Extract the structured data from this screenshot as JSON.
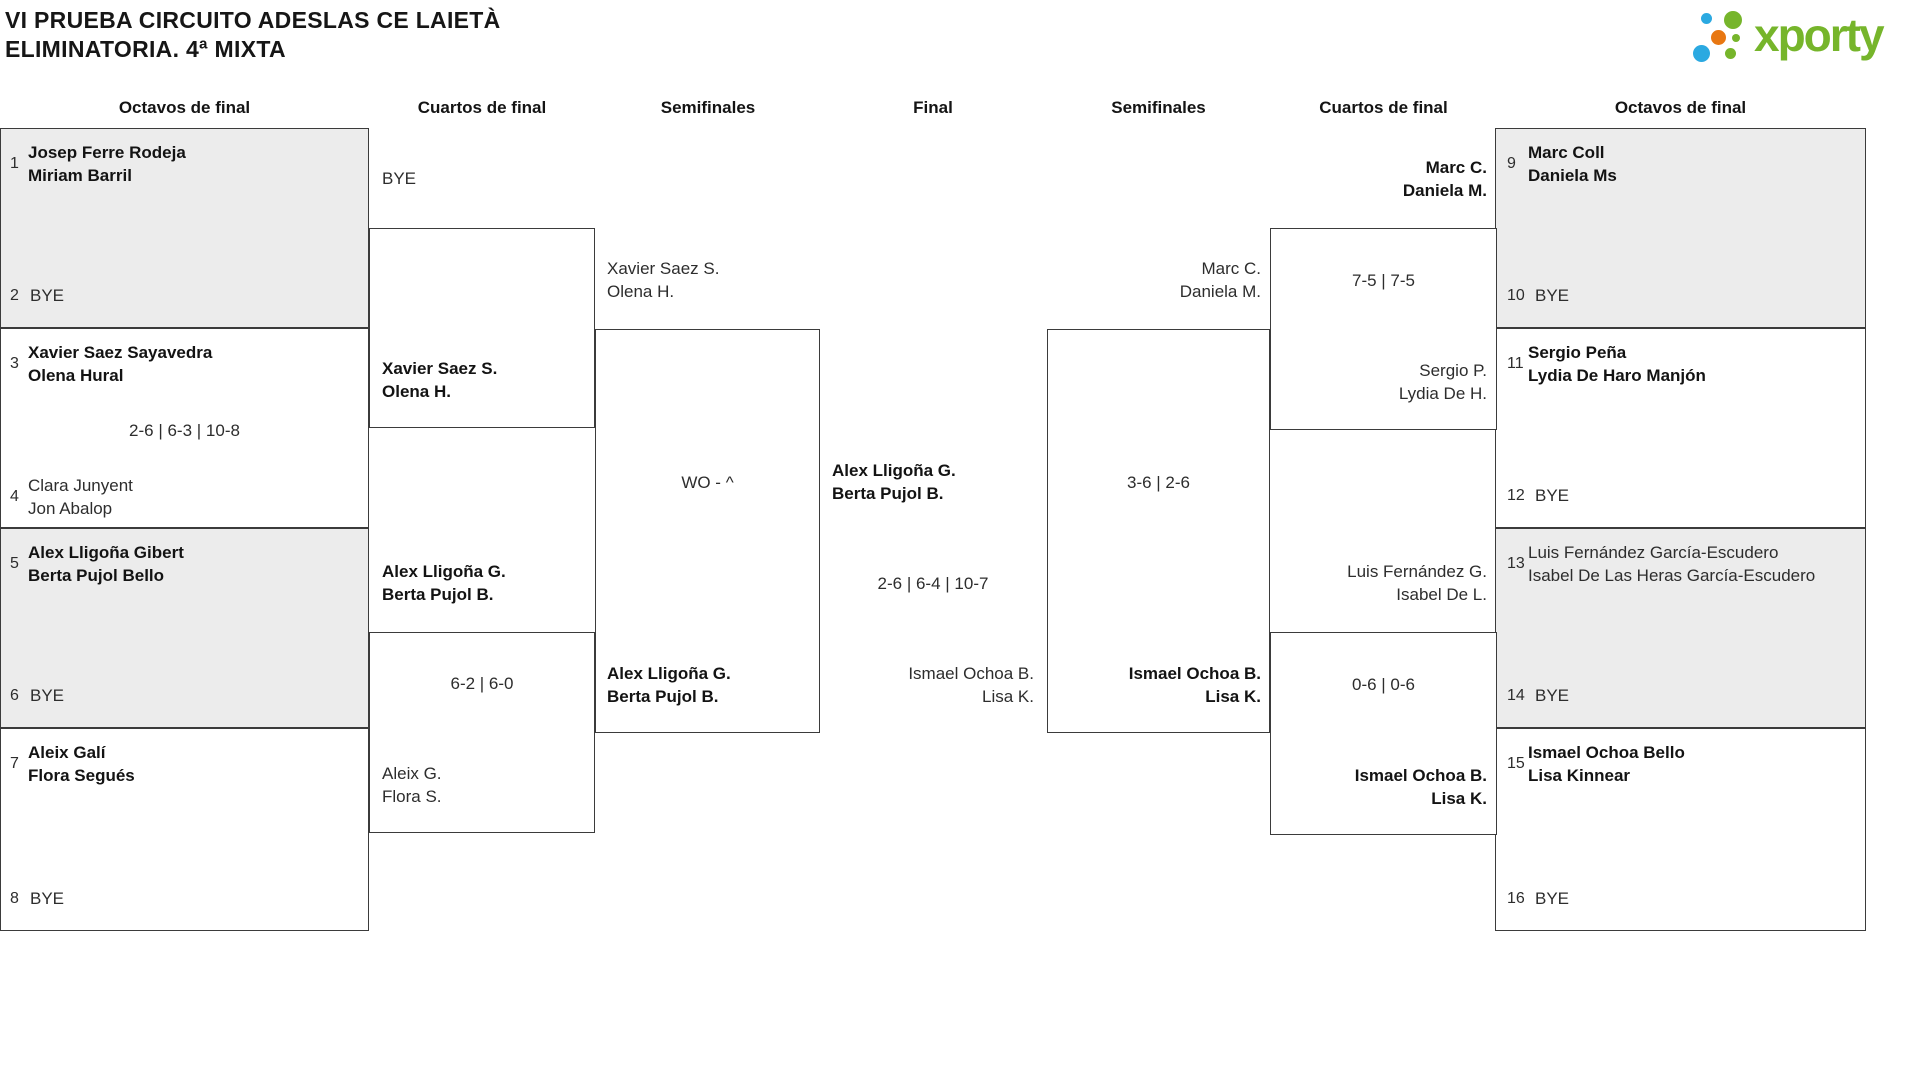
{
  "title": {
    "line1": "VI PRUEBA CIRCUITO ADESLAS CE LAIETÀ",
    "line2": "ELIMINATORIA. 4ª MIXTA"
  },
  "logo": {
    "text": "xporty",
    "colors": {
      "green": "#76b52b",
      "blue": "#2ba9e1",
      "orange": "#e87711"
    }
  },
  "round_headers": [
    "Octavos de final",
    "Cuartos de final",
    "Semifinales",
    "Final",
    "Semifinales",
    "Cuartos de final",
    "Octavos de final"
  ],
  "bracket": {
    "octavos_left": [
      {
        "shaded": true,
        "score": "",
        "top": {
          "seed": "1",
          "lines": [
            "Josep Ferre Rodeja",
            "Miriam Barril"
          ],
          "bold": true
        },
        "bottom": {
          "seed": "2",
          "lines": [
            "BYE"
          ],
          "bold": false,
          "bye": true
        }
      },
      {
        "shaded": false,
        "score": "2-6 | 6-3 | 10-8",
        "top": {
          "seed": "3",
          "lines": [
            "Xavier Saez Sayavedra",
            "Olena Hural"
          ],
          "bold": true
        },
        "bottom": {
          "seed": "4",
          "lines": [
            "Clara Junyent",
            "Jon Abalop"
          ],
          "bold": false
        }
      },
      {
        "shaded": true,
        "score": "",
        "top": {
          "seed": "5",
          "lines": [
            "Alex Lligoña Gibert",
            "Berta Pujol Bello"
          ],
          "bold": true
        },
        "bottom": {
          "seed": "6",
          "lines": [
            "BYE"
          ],
          "bold": false,
          "bye": true
        }
      },
      {
        "shaded": false,
        "score": "",
        "top": {
          "seed": "7",
          "lines": [
            "Aleix Galí",
            "Flora Segués"
          ],
          "bold": true
        },
        "bottom": {
          "seed": "8",
          "lines": [
            "BYE"
          ],
          "bold": false,
          "bye": true
        }
      }
    ],
    "octavos_right": [
      {
        "shaded": true,
        "score": "",
        "top": {
          "seed": "9",
          "lines": [
            "Marc Coll",
            "Daniela Ms"
          ],
          "bold": true
        },
        "bottom": {
          "seed": "10",
          "lines": [
            "BYE"
          ],
          "bold": false,
          "bye": true
        }
      },
      {
        "shaded": false,
        "score": "",
        "top": {
          "seed": "11",
          "lines": [
            "Sergio Peña",
            "Lydia De Haro Manjón"
          ],
          "bold": true
        },
        "bottom": {
          "seed": "12",
          "lines": [
            "BYE"
          ],
          "bold": false,
          "bye": true
        }
      },
      {
        "shaded": true,
        "score": "",
        "top": {
          "seed": "13",
          "lines": [
            "Luis Fernández García-Escudero",
            "Isabel De Las Heras García-Escudero"
          ],
          "bold": false
        },
        "bottom": {
          "seed": "14",
          "lines": [
            "BYE"
          ],
          "bold": false,
          "bye": true
        }
      },
      {
        "shaded": false,
        "score": "",
        "top": {
          "seed": "15",
          "lines": [
            "Ismael Ochoa Bello",
            "Lisa Kinnear"
          ],
          "bold": true
        },
        "bottom": {
          "seed": "16",
          "lines": [
            "BYE"
          ],
          "bold": false,
          "bye": true
        }
      }
    ],
    "cuartos_left": [
      {
        "entry_top": {
          "lines": [
            "BYE"
          ],
          "bold": false
        },
        "score": "",
        "entry_bottom": {
          "lines": [
            "Xavier Saez S.",
            "Olena H."
          ],
          "bold": true
        }
      },
      {
        "entry_top": {
          "lines": [
            "Alex Lligoña G.",
            "Berta Pujol B."
          ],
          "bold": true
        },
        "score": "6-2 | 6-0",
        "entry_bottom": {
          "lines": [
            "Aleix G.",
            "Flora S."
          ],
          "bold": false
        }
      }
    ],
    "cuartos_right": [
      {
        "entry_top": {
          "lines": [
            "Marc C.",
            "Daniela M."
          ],
          "bold": true
        },
        "score": "7-5 | 7-5",
        "entry_bottom": {
          "lines": [
            "Sergio P.",
            "Lydia De H."
          ],
          "bold": false
        }
      },
      {
        "entry_top": {
          "lines": [
            "Luis Fernández G.",
            "Isabel De L."
          ],
          "bold": false
        },
        "score": "0-6 | 0-6",
        "entry_bottom": {
          "lines": [
            "Ismael Ochoa B.",
            "Lisa K."
          ],
          "bold": true
        }
      }
    ],
    "semis_left": {
      "entry_top": {
        "lines": [
          "Xavier Saez S.",
          "Olena H."
        ],
        "bold": false
      },
      "score": "WO - ^",
      "entry_bottom": {
        "lines": [
          "Alex Lligoña G.",
          "Berta Pujol B."
        ],
        "bold": true
      }
    },
    "semis_right": {
      "entry_top": {
        "lines": [
          "Marc C.",
          "Daniela M."
        ],
        "bold": false
      },
      "score": "3-6 | 2-6",
      "entry_bottom": {
        "lines": [
          "Ismael Ochoa B.",
          "Lisa K."
        ],
        "bold": true
      }
    },
    "final": {
      "entry_left": {
        "lines": [
          "Alex Lligoña G.",
          "Berta Pujol B."
        ],
        "bold": true
      },
      "score": "2-6 | 6-4 | 10-7",
      "entry_right": {
        "lines": [
          "Ismael Ochoa B.",
          "Lisa K."
        ],
        "bold": false
      }
    }
  }
}
